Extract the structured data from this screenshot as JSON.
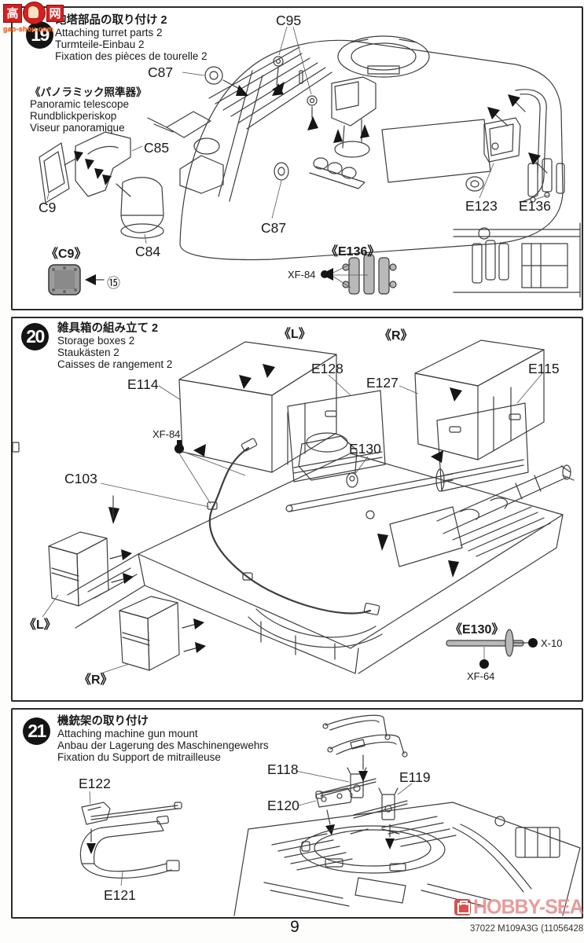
{
  "page": {
    "number": "9",
    "product_code": "37022  M109A3G (11056428)"
  },
  "watermark": {
    "logo_left": "高",
    "logo_right": "网",
    "logo_url": "gao-shou.com",
    "store": "HOBBY-SEARCH",
    "colors": {
      "logo_red": "#d42020",
      "url_orange": "#ff7a1a",
      "store_pink": "#e58a8a"
    }
  },
  "steps": [
    {
      "number": "19",
      "titles": [
        "砲塔部品の取り付け 2",
        "Attaching turret parts 2",
        "Turmteile-Einbau 2",
        "Fixation des pièces de tourelle 2"
      ],
      "inset": {
        "title": "《パノラミック照準器》",
        "lines": [
          "Panoramic telescope",
          "Rundblickperiskop",
          "Viseur panoramique"
        ]
      },
      "labels": {
        "c95": "C95",
        "c87_top": "C87",
        "c85": "C85",
        "c9": "C9",
        "c84": "C84",
        "c87_bottom": "C87",
        "c9_detail": "《C9》",
        "step_ref": "⑮",
        "e123": "E123",
        "e136": "E136",
        "e136_detail": "《E136》",
        "paint_xf84": "XF-84"
      }
    },
    {
      "number": "20",
      "titles": [
        "雑具箱の組み立て 2",
        "Storage boxes 2",
        "Staukästen 2",
        "Caisses de rangement 2"
      ],
      "labels": {
        "l_top": "《L》",
        "r_top": "《R》",
        "e114": "E114",
        "e128": "E128",
        "e127": "E127",
        "e115": "E115",
        "paint_xf84": "XF-84",
        "c103": "C103",
        "e130": "E130",
        "l_bottom": "《L》",
        "r_bottom": "《R》",
        "e130_detail": "《E130》",
        "paint_x10": "X-10",
        "paint_xf64": "XF-64"
      }
    },
    {
      "number": "21",
      "titles": [
        "機銃架の取り付け",
        "Attaching machine gun mount",
        "Anbau der Lagerung des Maschinengewehrs",
        "Fixation du Support de mitrailleuse"
      ],
      "labels": {
        "e122": "E122",
        "e118": "E118",
        "e119": "E119",
        "e120": "E120",
        "e121": "E121"
      }
    }
  ]
}
